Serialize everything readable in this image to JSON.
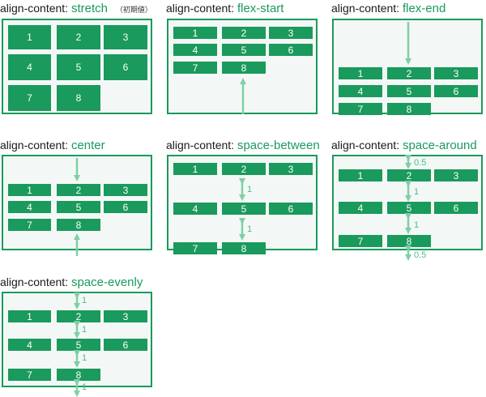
{
  "caption_prefix": "align-content:",
  "note": "（初期値）",
  "panels": [
    {
      "value": "stretch",
      "items": [
        "1",
        "2",
        "3",
        "4",
        "5",
        "6",
        "7",
        "8"
      ]
    },
    {
      "value": "flex-start",
      "items": [
        "1",
        "2",
        "3",
        "4",
        "5",
        "6",
        "7",
        "8"
      ]
    },
    {
      "value": "flex-end",
      "items": [
        "1",
        "2",
        "3",
        "4",
        "5",
        "6",
        "7",
        "8"
      ]
    },
    {
      "value": "center",
      "items": [
        "1",
        "2",
        "3",
        "4",
        "5",
        "6",
        "7",
        "8"
      ]
    },
    {
      "value": "space-between",
      "items": [
        "1",
        "2",
        "3",
        "4",
        "5",
        "6",
        "7",
        "8"
      ],
      "ratios": [
        "1",
        "1"
      ]
    },
    {
      "value": "space-around",
      "items": [
        "1",
        "2",
        "3",
        "4",
        "5",
        "6",
        "7",
        "8"
      ],
      "ratios": [
        "0.5",
        "1",
        "1",
        "0.5"
      ]
    },
    {
      "value": "space-evenly",
      "items": [
        "1",
        "2",
        "3",
        "4",
        "5",
        "6",
        "7",
        "8"
      ],
      "ratios": [
        "1",
        "1",
        "1",
        "1"
      ]
    }
  ],
  "colors": {
    "accent": "#1a9a5c",
    "arrow": "#7fcfa5",
    "background": "#f3f8f6"
  }
}
